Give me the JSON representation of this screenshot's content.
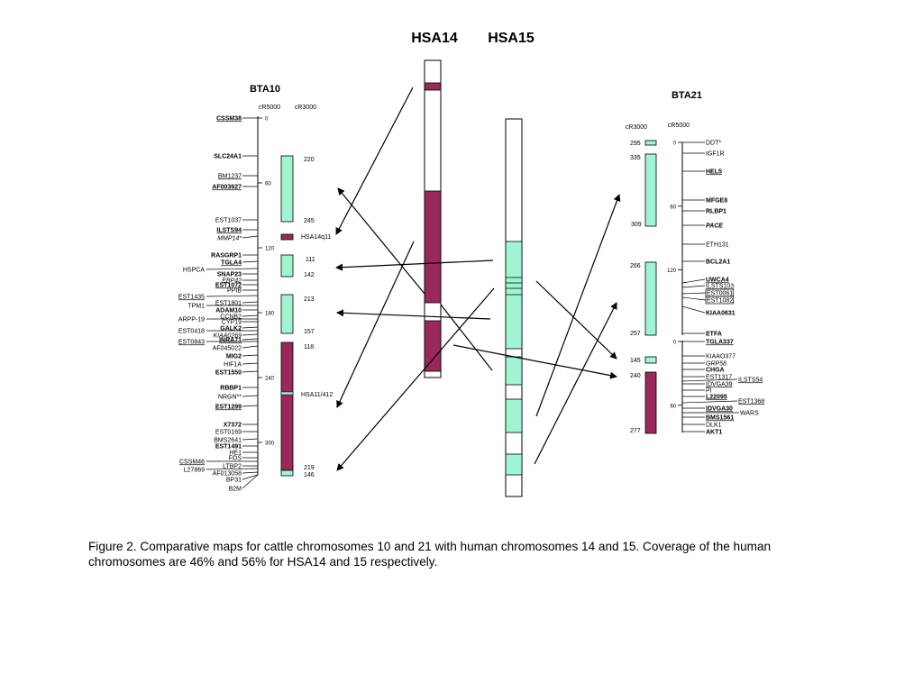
{
  "colors": {
    "mint": "#9ff5d3",
    "maroon": "#98295a",
    "line": "#000000"
  },
  "titles": {
    "hsa14": "HSA14",
    "hsa15": "HSA15"
  },
  "bta10": {
    "title": "BTA10",
    "scale_label_cr5000": "cR5000",
    "scale_label_cr3000": "cR3000",
    "ticks": [
      {
        "label": "0",
        "pos": 0
      },
      {
        "label": "60",
        "pos": 60
      },
      {
        "label": "120",
        "pos": 120
      },
      {
        "label": "180",
        "pos": 180
      },
      {
        "label": "240",
        "pos": 240
      },
      {
        "label": "300",
        "pos": 300
      }
    ],
    "genes": [
      {
        "label": "CSSM38",
        "bold": true,
        "underline": true,
        "italic": false
      },
      {
        "label": "SLC24A1",
        "bold": true,
        "underline": false,
        "italic": false
      },
      {
        "label": "BM1237",
        "bold": false,
        "underline": true,
        "italic": false
      },
      {
        "label": "AF003927",
        "bold": true,
        "underline": true,
        "italic": false
      },
      {
        "label": "EST1037",
        "bold": false,
        "underline": false,
        "italic": false
      },
      {
        "label": "ILSTS94",
        "bold": true,
        "underline": true,
        "italic": false
      },
      {
        "label": "MMP14*",
        "bold": false,
        "underline": false,
        "italic": true
      },
      {
        "label": "RASGRP1",
        "bold": true,
        "underline": false,
        "italic": false
      },
      {
        "label": "TGLA4",
        "bold": true,
        "underline": true,
        "italic": false
      },
      {
        "label": "HSPCA",
        "bold": false,
        "underline": false,
        "italic": false
      },
      {
        "label": "SNAP23",
        "bold": true,
        "underline": false,
        "italic": false
      },
      {
        "label": "EBP42",
        "bold": false,
        "underline": false,
        "italic": true
      },
      {
        "label": "EST1072",
        "bold": true,
        "underline": true,
        "italic": false
      },
      {
        "label": "PPIB",
        "bold": false,
        "underline": false,
        "italic": false
      },
      {
        "label": "EST1435",
        "bold": false,
        "underline": true,
        "italic": false
      },
      {
        "label": "EST1801",
        "bold": false,
        "underline": false,
        "italic": false
      },
      {
        "label": "TPM1",
        "bold": false,
        "underline": false,
        "italic": false
      },
      {
        "label": "ADAM10",
        "bold": true,
        "underline": false,
        "italic": false
      },
      {
        "label": "CCNB2",
        "bold": false,
        "underline": false,
        "italic": false
      },
      {
        "label": "ARPP-19",
        "bold": false,
        "underline": false,
        "italic": false
      },
      {
        "label": "CYP19",
        "bold": false,
        "underline": false,
        "italic": false
      },
      {
        "label": "GALK2",
        "bold": true,
        "underline": false,
        "italic": false
      },
      {
        "label": "EST0418",
        "bold": false,
        "underline": false,
        "italic": false
      },
      {
        "label": "KIAA0269",
        "bold": false,
        "underline": false,
        "italic": true
      },
      {
        "label": "INRA71",
        "bold": true,
        "underline": true,
        "italic": false
      },
      {
        "label": "EST0843",
        "bold": false,
        "underline": true,
        "italic": false
      },
      {
        "label": "AF045022",
        "bold": false,
        "underline": false,
        "italic": false
      },
      {
        "label": "MIG2",
        "bold": true,
        "underline": false,
        "italic": false
      },
      {
        "label": "HIF1A",
        "bold": false,
        "underline": false,
        "italic": false
      },
      {
        "label": "EST1550",
        "bold": true,
        "underline": false,
        "italic": false
      },
      {
        "label": "RBBP1",
        "bold": true,
        "underline": false,
        "italic": false
      },
      {
        "label": "NRGN**",
        "bold": false,
        "underline": false,
        "italic": false
      },
      {
        "label": "EST1299",
        "bold": true,
        "underline": true,
        "italic": false
      },
      {
        "label": "X7372",
        "bold": true,
        "underline": false,
        "italic": false
      },
      {
        "label": "EST0169",
        "bold": false,
        "underline": false,
        "italic": false
      },
      {
        "label": "BMS2641",
        "bold": false,
        "underline": false,
        "italic": false
      },
      {
        "label": "EST1491",
        "bold": true,
        "underline": false,
        "italic": false
      },
      {
        "label": "HE1",
        "bold": false,
        "underline": false,
        "italic": false
      },
      {
        "label": "FOS",
        "bold": false,
        "underline": false,
        "italic": false
      },
      {
        "label": "CSSM46",
        "bold": false,
        "underline": true,
        "italic": false
      },
      {
        "label": "LTBP2",
        "bold": false,
        "underline": false,
        "italic": false
      },
      {
        "label": "L27869",
        "bold": false,
        "underline": false,
        "italic": false
      },
      {
        "label": "AF013058",
        "bold": false,
        "underline": false,
        "italic": false
      },
      {
        "label": "BP31",
        "bold": false,
        "underline": false,
        "italic": false
      },
      {
        "label": "B2M",
        "bold": false,
        "underline": false,
        "italic": false
      }
    ],
    "blocks": [
      {
        "color": "mint",
        "top_label": "220",
        "bottom_label": "245"
      },
      {
        "color": "maroon",
        "side_label": "HSA14q11"
      },
      {
        "color": "mint",
        "top_label": "111",
        "bottom_label": "142"
      },
      {
        "color": "mint",
        "top_label": "213",
        "bottom_label": "157"
      },
      {
        "color": "maroon",
        "top_label": "118",
        "side_label": "HSA11/412",
        "bottom_label": "219"
      },
      {
        "color": "mint",
        "bottom_label": "146"
      }
    ]
  },
  "bta21": {
    "title": "BTA21",
    "scale_label_cr3000": "cR3000",
    "scale_label_cr5000": "cR5000",
    "ticks_upper": [
      {
        "label": "0",
        "pos": 0
      },
      {
        "label": "60",
        "pos": 60
      },
      {
        "label": "120",
        "pos": 120
      }
    ],
    "ticks_lower": [
      {
        "label": "0",
        "pos": 0
      },
      {
        "label": "60",
        "pos": 60
      }
    ],
    "genes": [
      {
        "label": "DDT*",
        "bold": false,
        "underline": false,
        "italic": false,
        "boxed": false
      },
      {
        "label": "IGF1R",
        "bold": false,
        "underline": false,
        "italic": false,
        "boxed": false
      },
      {
        "label": "HEL5",
        "bold": true,
        "underline": true,
        "italic": false,
        "boxed": false
      },
      {
        "label": "MFGE8",
        "bold": true,
        "underline": false,
        "italic": false,
        "boxed": false
      },
      {
        "label": "RLBP1",
        "bold": true,
        "underline": false,
        "italic": false,
        "boxed": false
      },
      {
        "label": "PACE",
        "bold": true,
        "underline": false,
        "italic": true,
        "boxed": false
      },
      {
        "label": "ETH131",
        "bold": false,
        "underline": false,
        "italic": false,
        "boxed": false
      },
      {
        "label": "BCL2A1",
        "bold": true,
        "underline": false,
        "italic": false,
        "boxed": false
      },
      {
        "label": "UWCA4",
        "bold": true,
        "underline": true,
        "italic": false,
        "boxed": false
      },
      {
        "label": "ILSTS103",
        "bold": false,
        "underline": true,
        "italic": false,
        "boxed": false
      },
      {
        "label": "EST0061",
        "bold": false,
        "underline": false,
        "italic": false,
        "boxed": true
      },
      {
        "label": "EST1082",
        "bold": false,
        "underline": false,
        "italic": false,
        "boxed": true
      },
      {
        "label": "KIAA0631",
        "bold": true,
        "underline": false,
        "italic": false,
        "boxed": false
      },
      {
        "label": "ETFA",
        "bold": true,
        "underline": false,
        "italic": false,
        "boxed": false
      },
      {
        "label": "TGLA337",
        "bold": true,
        "underline": true,
        "italic": false,
        "boxed": false
      },
      {
        "label": "KIAAO377",
        "bold": false,
        "underline": false,
        "italic": false,
        "boxed": false
      },
      {
        "label": "GRP58",
        "bold": false,
        "underline": false,
        "italic": true,
        "boxed": false
      },
      {
        "label": "CHGA",
        "bold": true,
        "underline": false,
        "italic": false,
        "boxed": false
      },
      {
        "label": "EST1317",
        "bold": false,
        "underline": false,
        "italic": false,
        "boxed": false
      },
      {
        "label": "ILSTS54",
        "bold": false,
        "underline": true,
        "italic": false,
        "boxed": false
      },
      {
        "label": "IDVGA39",
        "bold": false,
        "underline": true,
        "italic": false,
        "boxed": false
      },
      {
        "label": "PI",
        "bold": false,
        "underline": false,
        "italic": false,
        "boxed": false
      },
      {
        "label": "L22095",
        "bold": true,
        "underline": true,
        "italic": false,
        "boxed": false
      },
      {
        "label": "EST1368",
        "bold": false,
        "underline": true,
        "italic": false,
        "boxed": false
      },
      {
        "label": "IDVGA30",
        "bold": true,
        "underline": true,
        "italic": false,
        "boxed": false
      },
      {
        "label": "WARS",
        "bold": false,
        "underline": false,
        "italic": false,
        "boxed": false
      },
      {
        "label": "BMS1561",
        "bold": true,
        "underline": true,
        "italic": false,
        "boxed": false
      },
      {
        "label": "DLK1",
        "bold": false,
        "underline": false,
        "italic": false,
        "boxed": false
      },
      {
        "label": "AKT1",
        "bold": true,
        "underline": false,
        "italic": false,
        "boxed": false
      }
    ],
    "blocks": [
      {
        "color": "mint",
        "top_label": "295"
      },
      {
        "color": "mint",
        "top_label": "335",
        "bottom_label": "309"
      },
      {
        "color": "mint",
        "top_label": "266",
        "bottom_label": "257"
      },
      {
        "color": "mint",
        "top_label": "145"
      },
      {
        "color": "maroon",
        "top_label": "240",
        "bottom_label": "277"
      }
    ]
  },
  "caption": "Figure 2.  Comparative maps for cattle chromosomes 10 and 21 with human chromosomes 14 and 15.  Coverage of the human chromosomes are 46% and 56% for HSA14 and 15 respectively."
}
